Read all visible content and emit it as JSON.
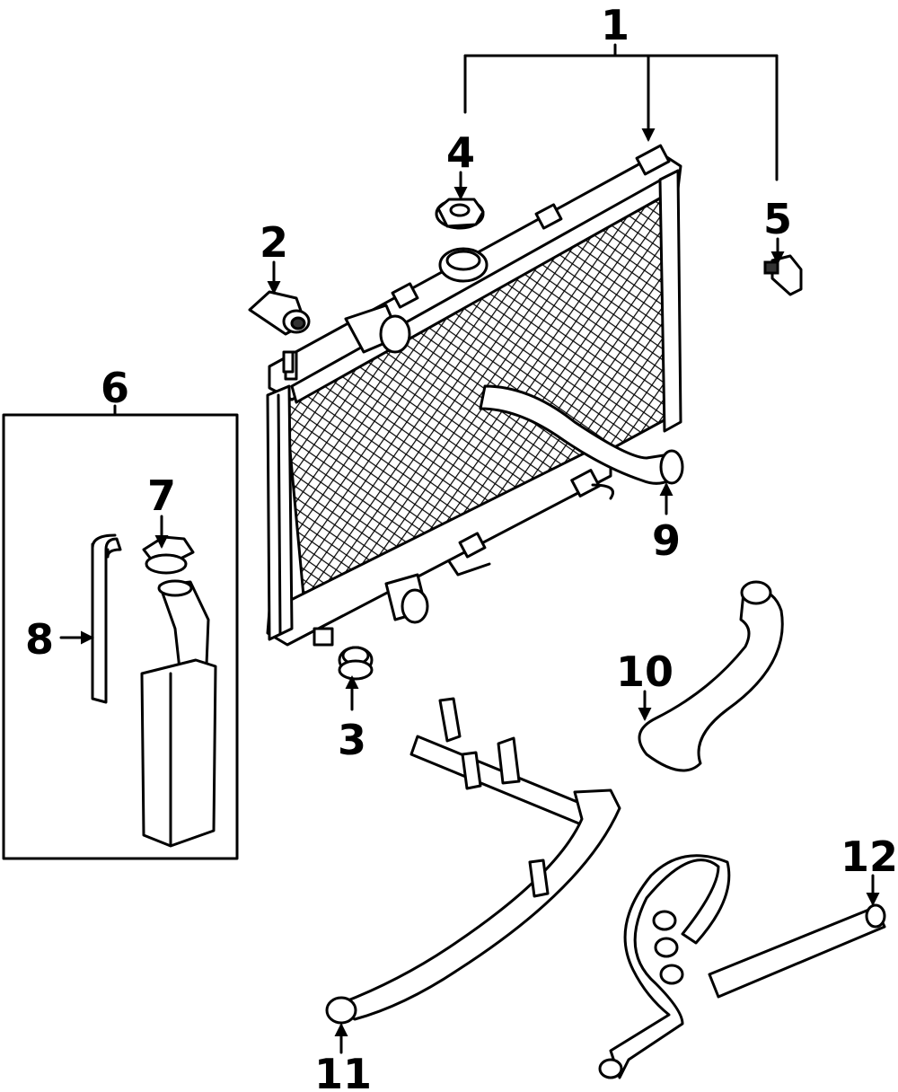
{
  "diagram": {
    "callouts": [
      {
        "id": "1",
        "label": "1"
      },
      {
        "id": "2",
        "label": "2"
      },
      {
        "id": "3",
        "label": "3"
      },
      {
        "id": "4",
        "label": "4"
      },
      {
        "id": "5",
        "label": "5"
      },
      {
        "id": "6",
        "label": "6"
      },
      {
        "id": "7",
        "label": "7"
      },
      {
        "id": "8",
        "label": "8"
      },
      {
        "id": "9",
        "label": "9"
      },
      {
        "id": "10",
        "label": "10"
      },
      {
        "id": "11",
        "label": "11"
      },
      {
        "id": "12",
        "label": "12"
      }
    ],
    "colors": {
      "ink": "#000000",
      "paper": "#ffffff"
    }
  }
}
